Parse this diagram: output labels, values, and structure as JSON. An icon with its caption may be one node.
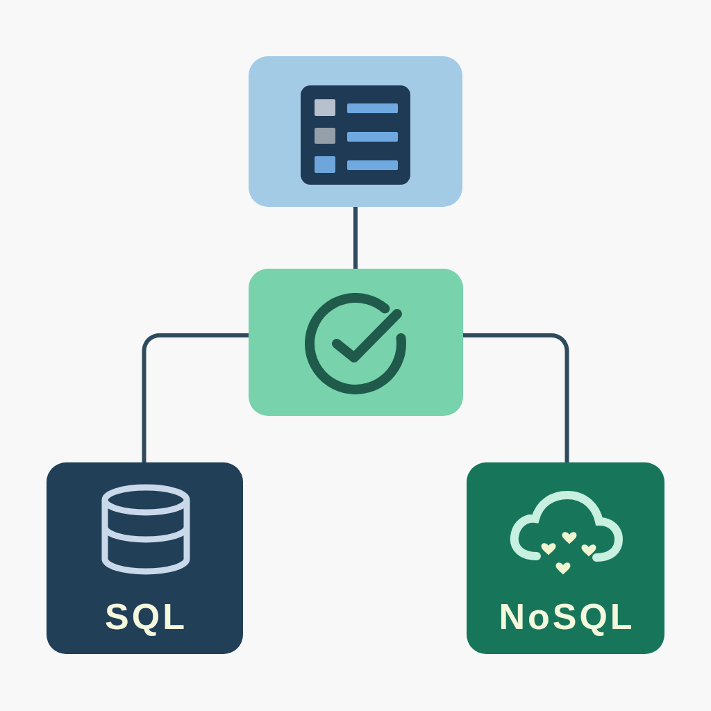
{
  "diagram": {
    "nodes": [
      {
        "text": [],
        "shape": "box"
      },
      {
        "text": [],
        "shape": "box"
      },
      {
        "text": [
          "SQL"
        ]
      },
      {
        "text": [
          "NoSQL"
        ]
      }
    ],
    "edges": [
      {
        "from": 0,
        "to": 1,
        "arrow": "none"
      },
      {
        "from": 1,
        "to": 2,
        "arrow": "none"
      },
      {
        "from": 1,
        "to": 3,
        "arrow": "none"
      }
    ]
  }
}
